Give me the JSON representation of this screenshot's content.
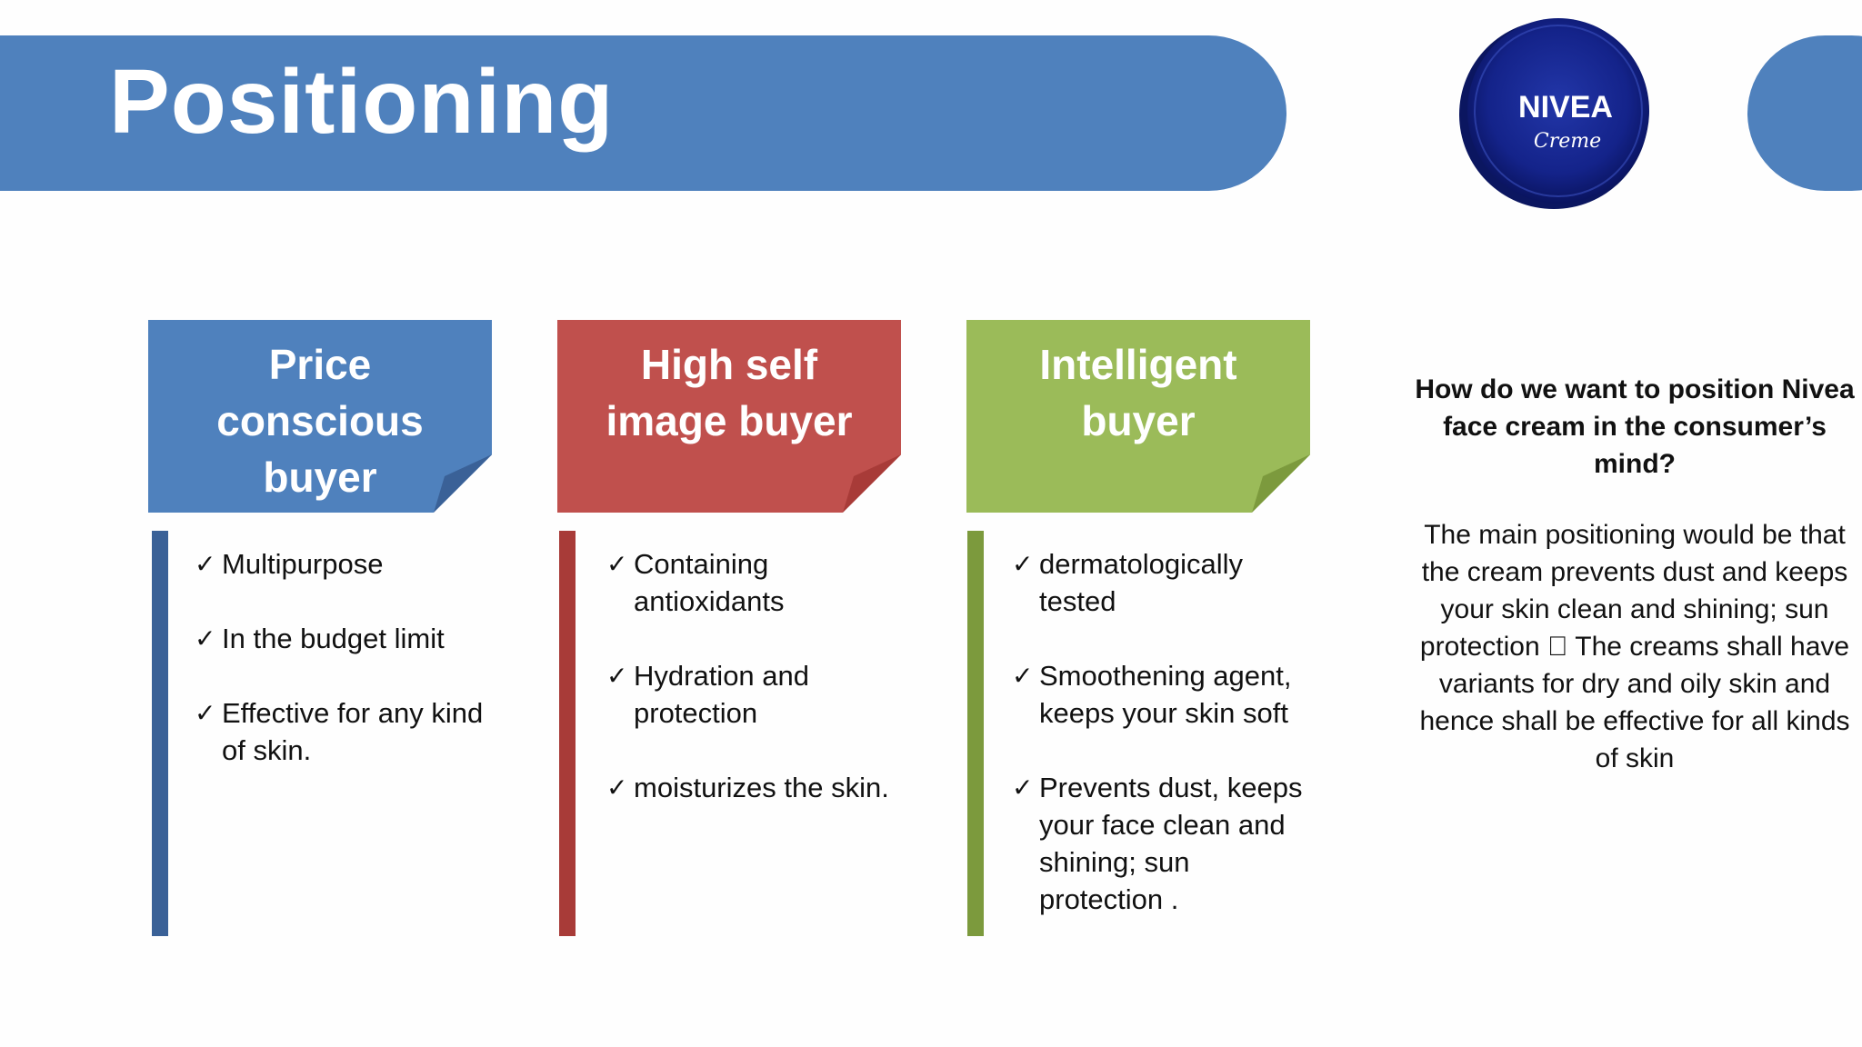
{
  "slide": {
    "title": "Positioning"
  },
  "logo": {
    "brand": "NIVEA",
    "sub": "Creme",
    "color": "#1a2a8c"
  },
  "columns": [
    {
      "heading": "Price conscious buyer",
      "color": "#4f81bd",
      "bar_color": "#3a6197",
      "items": [
        "Multipurpose",
        "In the budget limit",
        "Effective for any kind of skin."
      ]
    },
    {
      "heading": "High self image buyer",
      "color": "#c0504d",
      "bar_color": "#a83b38",
      "items": [
        "Containing antioxidants",
        "Hydration and protection",
        "moisturizes the skin."
      ]
    },
    {
      "heading": "Intelligent buyer",
      "color": "#9bbb59",
      "bar_color": "#7c9a3d",
      "items": [
        "dermatologically tested",
        "Smoothening agent, keeps your skin soft",
        "Prevents dust, keeps your face clean and shining; sun protection ."
      ]
    }
  ],
  "check_symbol": "✓",
  "sidebar": {
    "question": "How do we want to position Nivea face cream in the consumer’s mind?",
    "answer": "The main positioning would be that the cream prevents dust and keeps your skin clean and shining; sun protection \u0000 The creams shall have variants for dry and oily skin and hence shall be effective for all kinds of skin"
  }
}
